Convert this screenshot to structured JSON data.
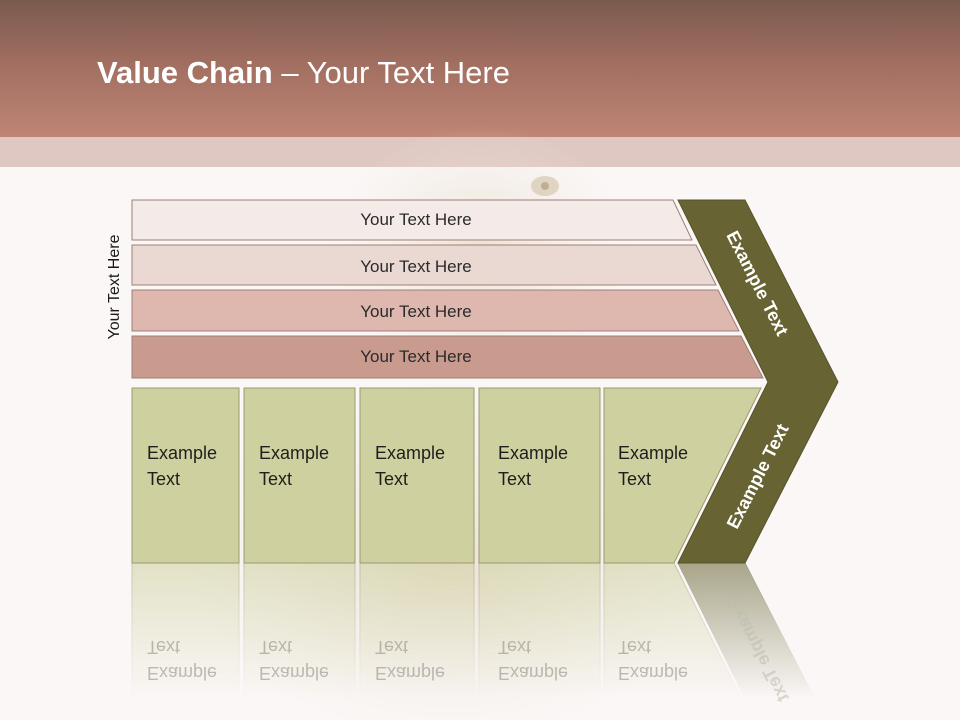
{
  "slide": {
    "title_bold": "Value Chain",
    "title_rest": " – Your Text Here",
    "vertical_label": "Your Text Here"
  },
  "rows": [
    {
      "label": "Your Text Here",
      "color": "#f4ebe9"
    },
    {
      "label": "Your Text Here",
      "color": "#ead8d3"
    },
    {
      "label": "Your Text Here",
      "color": "#deb7ae"
    },
    {
      "label": "Your Text Here",
      "color": "#c99b8f"
    }
  ],
  "boxes": [
    {
      "line1": "Example",
      "line2": "Text"
    },
    {
      "line1": "Example",
      "line2": "Text"
    },
    {
      "line1": "Example",
      "line2": "Text"
    },
    {
      "line1": "Example",
      "line2": "Text"
    },
    {
      "line1": "Example",
      "line2": "Text"
    }
  ],
  "chevron": {
    "upper_label": "Example Text",
    "lower_label": "Example Text"
  },
  "colors": {
    "box_fill": "#cfd09f",
    "chevron_fill": "#676332",
    "accent": "#b9897b"
  }
}
